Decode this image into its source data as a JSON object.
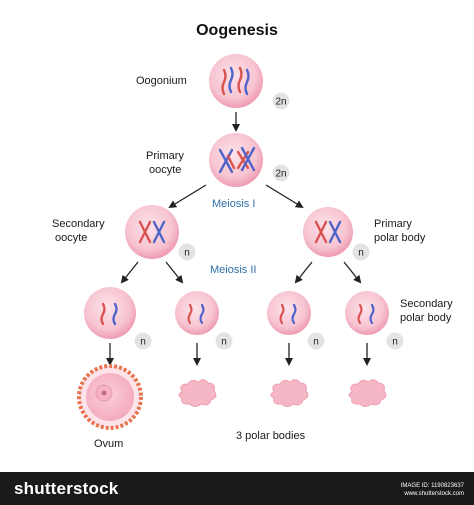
{
  "title": "Oogenesis",
  "labels": {
    "oogonium": "Oogonium",
    "primary_oocyte_1": "Primary",
    "primary_oocyte_2": "oocyte",
    "secondary_oocyte_1": "Secondary",
    "secondary_oocyte_2": "oocyte",
    "primary_polar_1": "Primary",
    "primary_polar_2": "polar body",
    "secondary_polar_1": "Secondary",
    "secondary_polar_2": "polar body",
    "ovum": "Ovum",
    "polar_bodies": "3 polar bodies"
  },
  "stages": {
    "meiosis_1": "Meiosis I",
    "meiosis_2": "Meiosis II"
  },
  "ploidy": {
    "diploid": "2n",
    "haploid": "n"
  },
  "colors": {
    "cell_fill": "#f7c4d1",
    "cell_rim": "#ef9bb2",
    "chrom_red": "#d9534f",
    "chrom_blue": "#4f63c9",
    "ovum_rim": "#e8734f",
    "meiosis_text": "#2f6fa7"
  },
  "footer": {
    "brand": "shutterstock",
    "image_id": "IMAGE ID: 1190823637",
    "site": "www.shutterstock.com"
  }
}
